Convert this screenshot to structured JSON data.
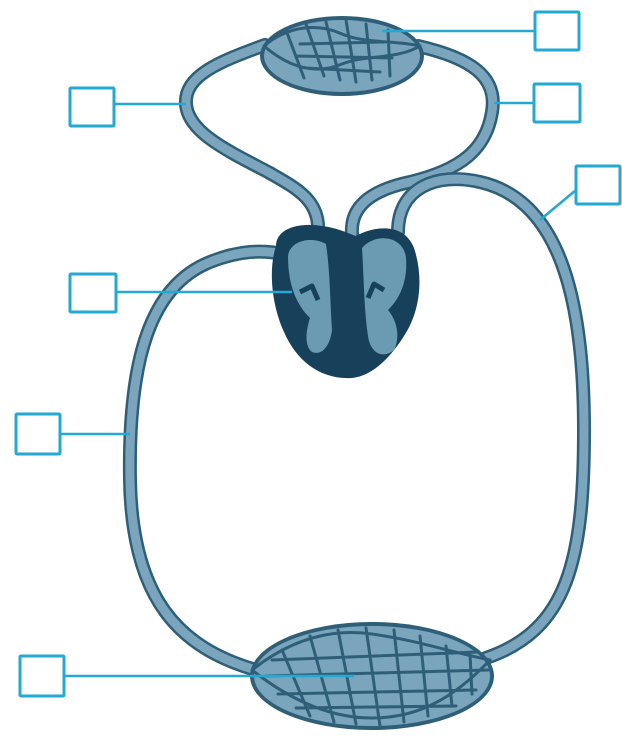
{
  "diagram": {
    "type": "double-circulation-schematic",
    "colors": {
      "vessel_outline": "#2f5f78",
      "vessel_fill": "#7aa5bd",
      "heart_outer": "#17405a",
      "heart_chambers": "#6b9ab3",
      "label_stroke": "#23a9d4",
      "background": "#ffffff"
    },
    "labels": [
      {
        "id": "label-lung-capillaries",
        "text": ""
      },
      {
        "id": "label-pulmonary-vein",
        "text": ""
      },
      {
        "id": "label-pulmonary-artery",
        "text": ""
      },
      {
        "id": "label-aorta",
        "text": ""
      },
      {
        "id": "label-heart-chamber",
        "text": ""
      },
      {
        "id": "label-vena-cava",
        "text": ""
      },
      {
        "id": "label-body-capillaries",
        "text": ""
      }
    ]
  }
}
